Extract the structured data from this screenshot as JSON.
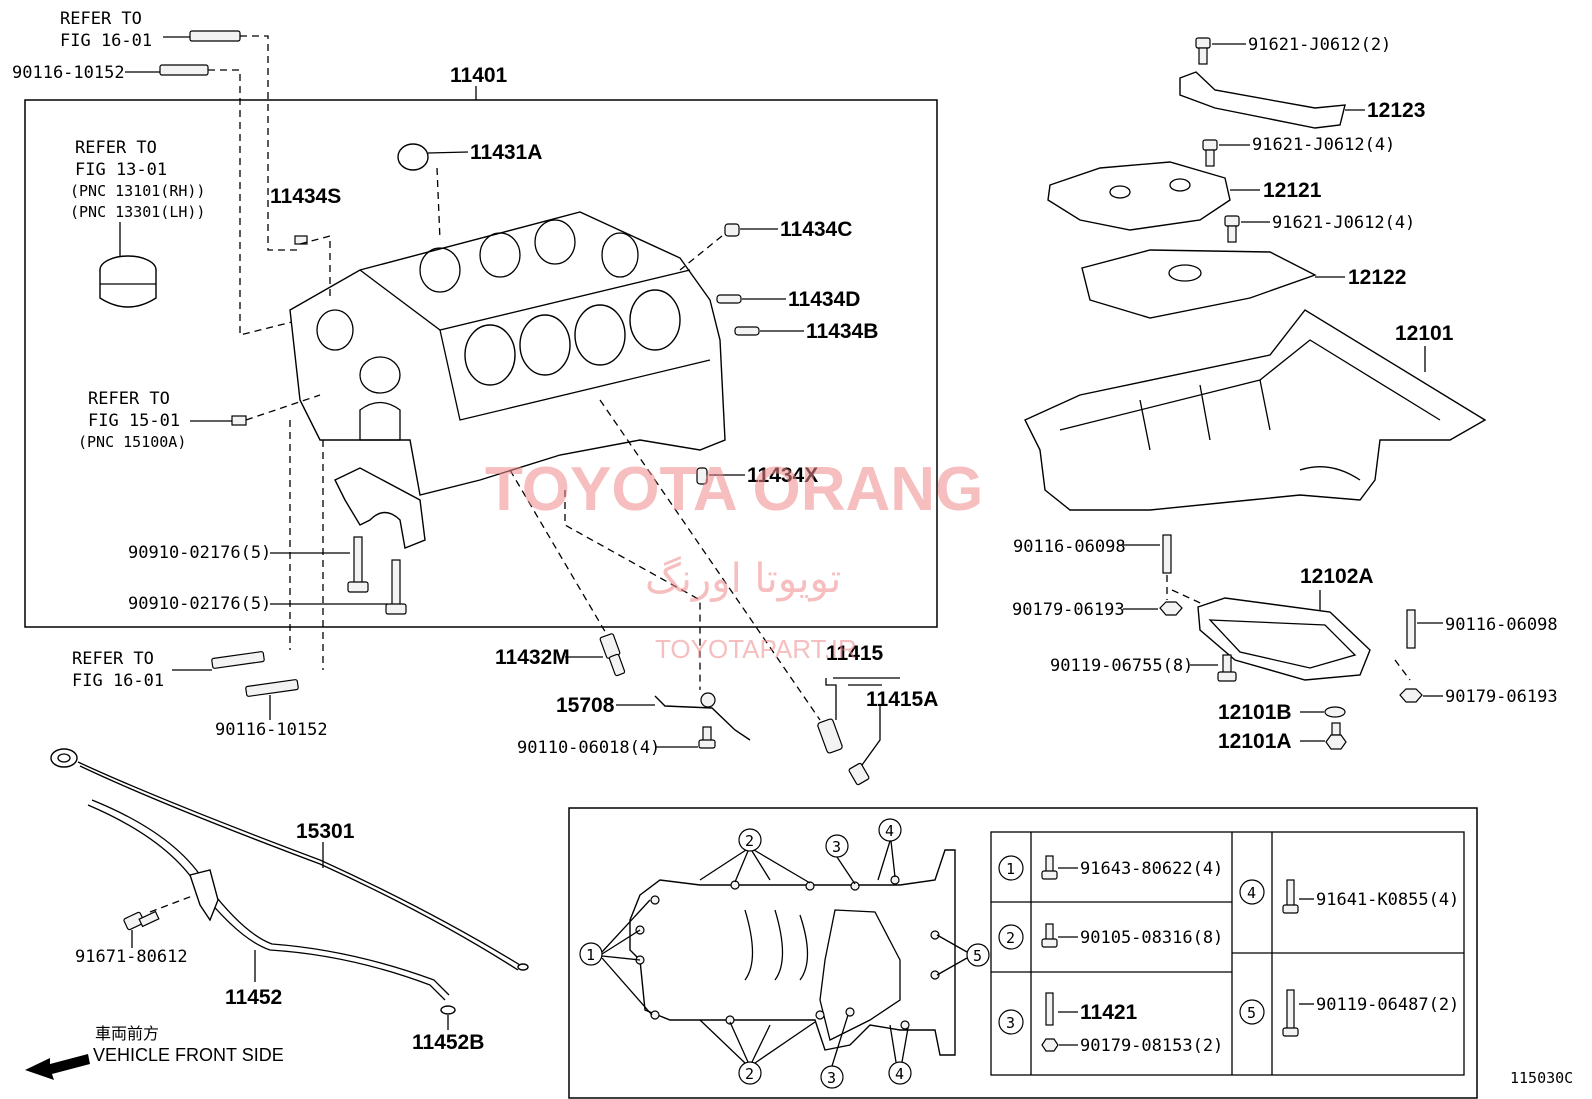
{
  "labels": {
    "refer_16_01_top": [
      "REFER TO",
      "FIG 16-01"
    ],
    "p90116_10152_top": "90116-10152",
    "p11401": "11401",
    "refer_13_01": [
      "REFER TO",
      "FIG 13-01",
      "(PNC 13101(RH))",
      "(PNC 13301(LH))"
    ],
    "p11431A": "11431A",
    "p11434S": "11434S",
    "p11434C": "11434C",
    "p11434D": "11434D",
    "p11434B": "11434B",
    "refer_15_01": [
      "REFER TO",
      "FIG 15-01",
      "(PNC 15100A)"
    ],
    "p11434X": "11434X",
    "p90910_a": "90910-02176(5)",
    "p90910_b": "90910-02176(5)",
    "refer_16_01_bot": [
      "REFER TO",
      "FIG 16-01"
    ],
    "p90116_10152_bot": "90116-10152",
    "p11432M": "11432M",
    "p15708": "15708",
    "p90110": "90110-06018(4)",
    "p11415": "11415",
    "p11415A": "11415A",
    "p91621_a": "91621-J0612(2)",
    "p12123": "12123",
    "p91621_b": "91621-J0612(4)",
    "p12121": "12121",
    "p91621_c": "91621-J0612(4)",
    "p12122": "12122",
    "p12101": "12101",
    "p90116_06098_l": "90116-06098",
    "p12102A": "12102A",
    "p90179_06193_l": "90179-06193",
    "p90116_06098_r": "90116-06098",
    "p90119_06755": "90119-06755(8)",
    "p90179_06193_r": "90179-06193",
    "p12101B": "12101B",
    "p12101A": "12101A",
    "p15301": "15301",
    "p91671": "91671-80612",
    "p11452": "11452",
    "p11452B": "11452B",
    "front_jp": "車両前方",
    "front_en": "VEHICLE FRONT SIDE",
    "fig_code": "115030C"
  },
  "legend": {
    "rows": [
      {
        "num": "①",
        "parts": [
          "91643-80622(4)"
        ]
      },
      {
        "num": "②",
        "parts": [
          "90105-08316(8)"
        ]
      },
      {
        "num": "③",
        "parts": [
          "11421",
          "90179-08153(2)"
        ]
      },
      {
        "num": "④",
        "parts": [
          "91641-K0855(4)"
        ]
      },
      {
        "num": "⑤",
        "parts": [
          "90119-06487(2)"
        ]
      }
    ]
  },
  "callouts": {
    "c1": "1",
    "c2": "2",
    "c3": "3",
    "c4": "4",
    "c5": "5"
  },
  "watermark": {
    "brand": "TOYOTA ORANG",
    "persian": "تویوتا اورنگ",
    "site": "TOYOTAPART.IR"
  }
}
